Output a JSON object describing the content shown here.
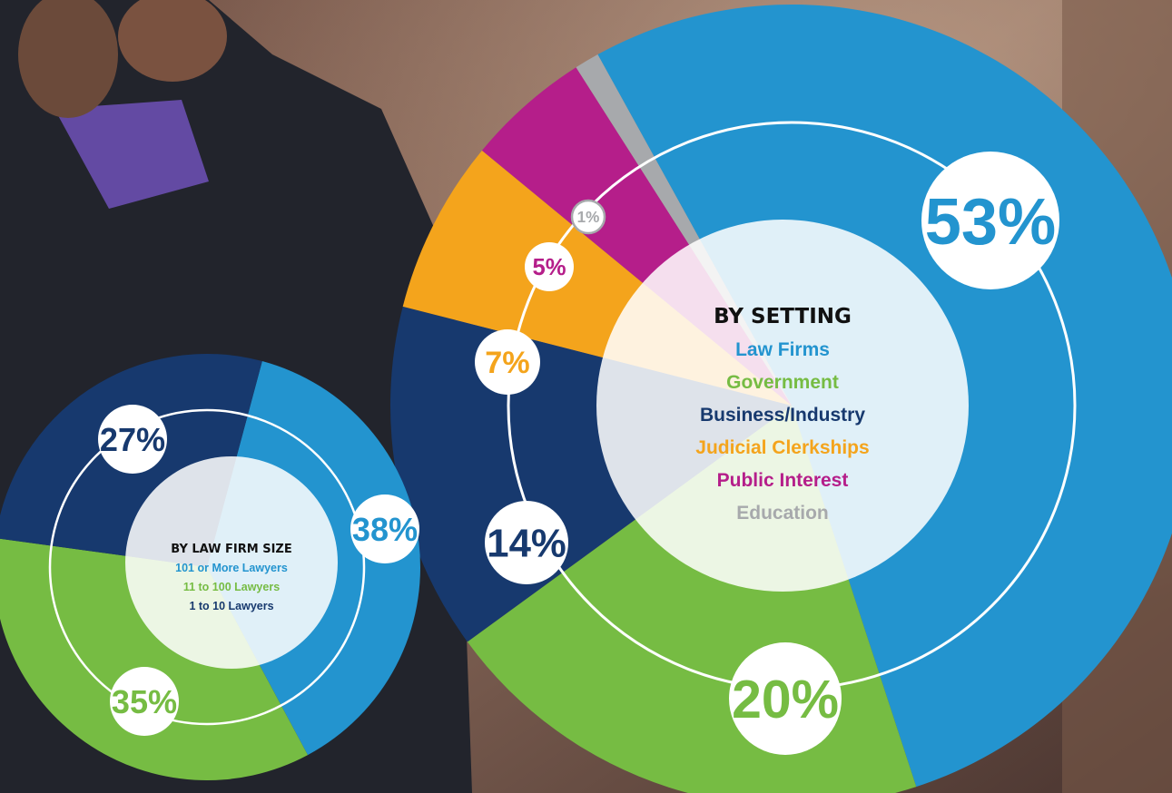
{
  "chart_data": [
    {
      "type": "pie",
      "title": "BY SETTING",
      "categories": [
        "Law Firms",
        "Government",
        "Business/Industry",
        "Judicial Clerkships",
        "Public Interest",
        "Education"
      ],
      "values": [
        53,
        20,
        14,
        7,
        5,
        1
      ],
      "labels": [
        "53%",
        "20%",
        "14%",
        "7%",
        "5%",
        "1%"
      ],
      "colors": [
        "#2394cf",
        "#76bc43",
        "#17396e",
        "#f4a41c",
        "#b51e8a",
        "#a7a9ac"
      ],
      "legend": "center"
    },
    {
      "type": "pie",
      "title": "BY LAW FIRM SIZE",
      "categories": [
        "101 or More Lawyers",
        "11 to 100 Lawyers",
        "1 to 10 Lawyers"
      ],
      "values": [
        38,
        35,
        27
      ],
      "labels": [
        "38%",
        "35%",
        "27%"
      ],
      "colors": [
        "#2394cf",
        "#76bc43",
        "#17396e"
      ],
      "legend": "center"
    }
  ]
}
